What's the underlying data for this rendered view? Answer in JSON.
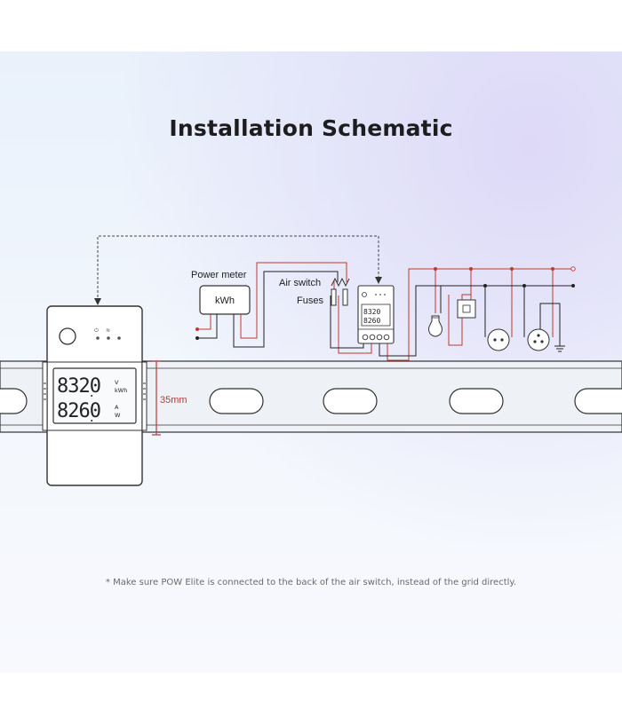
{
  "title": "Installation Schematic",
  "labels": {
    "power_meter": "Power meter",
    "kwh": "kWh",
    "air_switch": "Air switch",
    "fuses": "Fuses",
    "rail_width": "35mm"
  },
  "device_display": {
    "row1_value": "8320",
    "row1_unit_top": "V",
    "row1_unit_bottom": "kWh",
    "row2_value": "8260",
    "row2_unit_top": "A",
    "row2_unit_bottom": "W"
  },
  "footnote": "* Make sure POW Elite is connected to the back of the air switch, instead of the grid directly.",
  "colors": {
    "wire_red": "#c0392b",
    "wire_black": "#222222",
    "dimension_red": "#b83a3a",
    "text": "#1d1d1f"
  }
}
